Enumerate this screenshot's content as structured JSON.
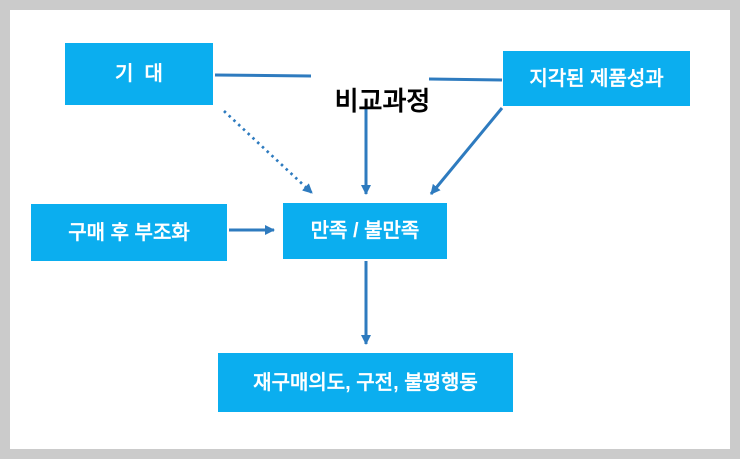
{
  "diagram": {
    "nodes": {
      "expectation": {
        "label": "기  대"
      },
      "comparison_process": {
        "label": "비교과정"
      },
      "perceived_product_performance": {
        "label": "지각된 제품성과"
      },
      "post_purchase_dissonance": {
        "label": "구매 후 부조화"
      },
      "satisfaction_dissatisfaction": {
        "label": "만족 / 불만족"
      },
      "repurchase_wom_complaint": {
        "label": "재구매의도, 구전, 불평행동"
      }
    },
    "edges": [
      {
        "from": "expectation",
        "to": "comparison_process",
        "style": "solid",
        "arrow": false
      },
      {
        "from": "comparison_process",
        "to": "perceived_product_performance",
        "style": "solid",
        "arrow": false
      },
      {
        "from": "expectation",
        "to": "satisfaction_dissatisfaction",
        "style": "dotted",
        "arrow": true
      },
      {
        "from": "comparison_process",
        "to": "satisfaction_dissatisfaction",
        "style": "solid",
        "arrow": true
      },
      {
        "from": "perceived_product_performance",
        "to": "satisfaction_dissatisfaction",
        "style": "solid",
        "arrow": true
      },
      {
        "from": "post_purchase_dissonance",
        "to": "satisfaction_dissatisfaction",
        "style": "solid",
        "arrow": true
      },
      {
        "from": "satisfaction_dissatisfaction",
        "to": "repurchase_wom_complaint",
        "style": "solid",
        "arrow": true
      }
    ],
    "colors": {
      "node_fill": "#0BAEEF",
      "node_text": "#FFFFFF",
      "connector": "#2E7BBF",
      "center_label": "#000000",
      "frame": "#CBCBCB",
      "canvas": "#FFFFFF"
    }
  }
}
